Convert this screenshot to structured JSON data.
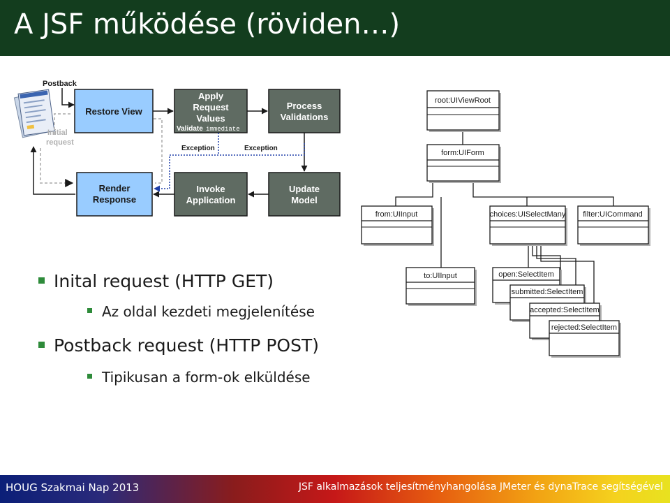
{
  "slide": {
    "title": "A JSF működése (röviden…)",
    "bullets": [
      {
        "level": 1,
        "text": "Inital request (HTTP GET)"
      },
      {
        "level": 2,
        "text": "Az oldal kezdeti megjelenítése"
      },
      {
        "level": 1,
        "text": "Postback request (HTTP POST)"
      },
      {
        "level": 2,
        "text": "Tipikusan a form-ok elküldése"
      }
    ],
    "footer": {
      "left": "HOUG Szakmai Nap 2013",
      "right": "JSF alkalmazások teljesítményhangolása JMeter és dynaTrace segítségével"
    }
  },
  "lifecycle": {
    "postback_label": "Postback",
    "initial_request_label": [
      "Initial",
      "request"
    ],
    "phases": {
      "restore_view": [
        "Restore View"
      ],
      "apply_request_values": [
        "Apply",
        "Request",
        "Values"
      ],
      "process_validations": [
        "Process",
        "Validations"
      ],
      "render_response": [
        "Render",
        "Response"
      ],
      "invoke_application": [
        "Invoke",
        "Application"
      ],
      "update_model": [
        "Update",
        "Model"
      ]
    },
    "validate_label": "Validate",
    "immediate_label": "immediate",
    "exception_labels": [
      "Exception",
      "Exception"
    ]
  },
  "component_tree": {
    "nodes": {
      "root": "root:UIViewRoot",
      "form": "form:UIForm",
      "from": "from:UIInput",
      "choices": "choices:UISelectMany",
      "filter": "filter:UICommand",
      "to": "to:UIInput",
      "open": "open:SelectItem",
      "submitted": "submitted:SelectItem",
      "accepted": "accepted:SelectItem",
      "rejected": "rejected:SelectItem"
    }
  },
  "colors": {
    "title_bar": "#133d1e",
    "bullet_marker": "#2e8b3a",
    "phase_blue": "#99ccff",
    "phase_gray": "#5f6b62",
    "flow_blue": "#1f3fa8"
  }
}
